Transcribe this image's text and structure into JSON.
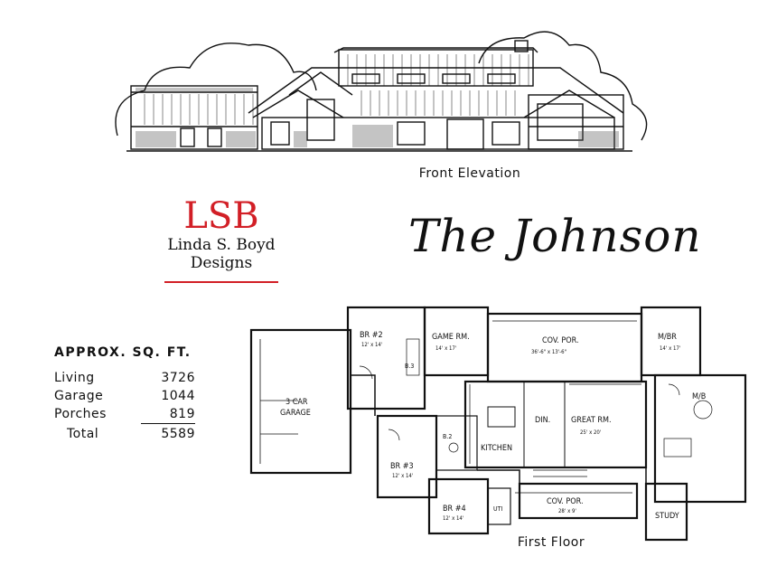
{
  "elevation": {
    "caption": "Front Elevation"
  },
  "logo": {
    "monogram": "LSB",
    "name_line1": "Linda S. Boyd",
    "name_line2": "Designs",
    "accent_color": "#d21f26"
  },
  "plan_title": "The Johnson",
  "sqft": {
    "title": "APPROX. SQ. FT.",
    "rows": [
      {
        "label": "Living",
        "value": "3726"
      },
      {
        "label": "Garage",
        "value": "1044"
      },
      {
        "label": "Porches",
        "value": "819"
      }
    ],
    "total": {
      "label": "Total",
      "value": "5589"
    }
  },
  "floorplan": {
    "caption": "First Floor",
    "rooms": {
      "garage": "3 CAR",
      "garage2": "GARAGE",
      "br2": "BR #2",
      "br2_dim": "12' x 14'",
      "game": "GAME RM.",
      "game_dim": "14' x 17'",
      "covpor_back": "COV. POR.",
      "covpor_back_dim": "36'-6\" x 13'-6\"",
      "mbr": "M/BR",
      "mbr_dim": "14' x 17'",
      "mb": "M/B",
      "din": "DIN.",
      "great": "GREAT RM.",
      "great_dim": "25' x 20'",
      "kitchen": "KITCHEN",
      "br3": "BR #3",
      "br3_dim": "12' x 14'",
      "br4": "BR #4",
      "br4_dim": "12' x 14'",
      "covpor_front": "COV. POR.",
      "covpor_front_dim": "28' x 9'",
      "study": "STUDY",
      "uti": "UTI",
      "b3": "B.3",
      "b2": "B.2"
    }
  }
}
